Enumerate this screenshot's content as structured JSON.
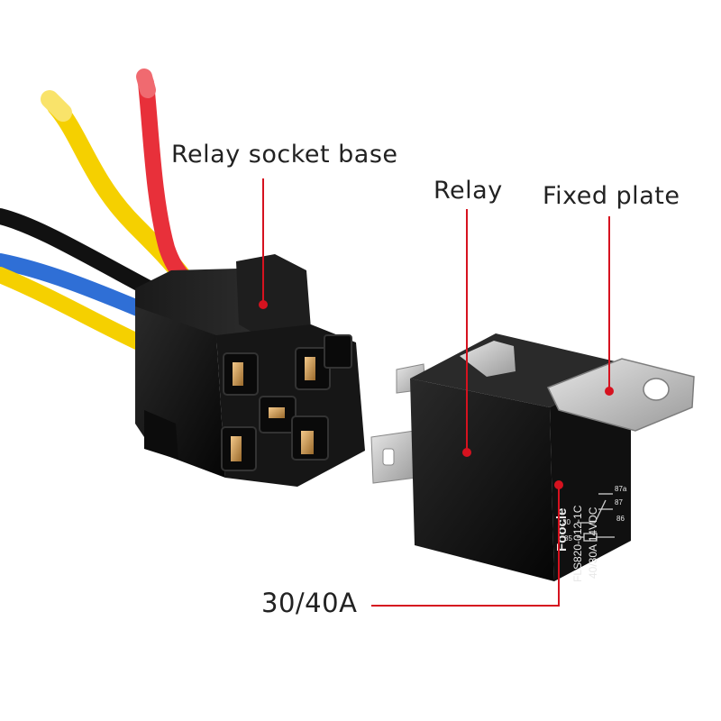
{
  "labels": {
    "socket": "Relay socket base",
    "relay": "Relay",
    "plate": "Fixed plate",
    "rating": "30/40A"
  },
  "relay_print": {
    "brand": "Foocle",
    "model": "FLS820-012-1C",
    "rating": "40/30A  14VDC",
    "pin_87a": "87a",
    "pin_87": "87",
    "pin_86": "86",
    "pin_30": "30",
    "pin_85": "85"
  },
  "colors": {
    "callout": "#d6121f",
    "housing": "#141414",
    "wire_yellow": "#f5d000",
    "wire_red": "#e8303a",
    "wire_blue": "#2f6fd6",
    "wire_black": "#111111",
    "terminal": "#d8a15a",
    "plate": "#c7c7c7"
  }
}
